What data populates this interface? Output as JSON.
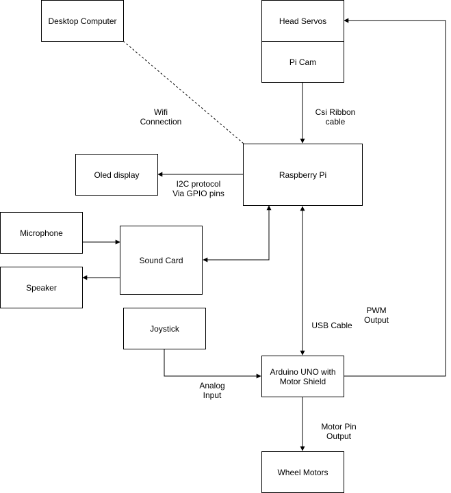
{
  "nodes": {
    "desktop_computer": "Desktop Computer",
    "head_servos": "Head Servos",
    "pi_cam": "Pi Cam",
    "raspberry_pi": "Raspberry Pi",
    "oled_display": "Oled display",
    "microphone": "Microphone",
    "sound_card": "Sound Card",
    "speaker": "Speaker",
    "joystick": "Joystick",
    "arduino": "Arduino UNO with\nMotor Shield",
    "wheel_motors": "Wheel Motors"
  },
  "edges": {
    "wifi": "Wifi\nConnection",
    "csi_ribbon": "Csi Ribbon\ncable",
    "i2c": "I2C protocol\nVia GPIO pins",
    "usb_cable": "USB Cable",
    "pwm_output": "PWM\nOutput",
    "analog_input": "Analog\nInput",
    "motor_pin_output": "Motor Pin\nOutput"
  },
  "colors": {
    "stroke": "#000000",
    "background": "#ffffff"
  }
}
